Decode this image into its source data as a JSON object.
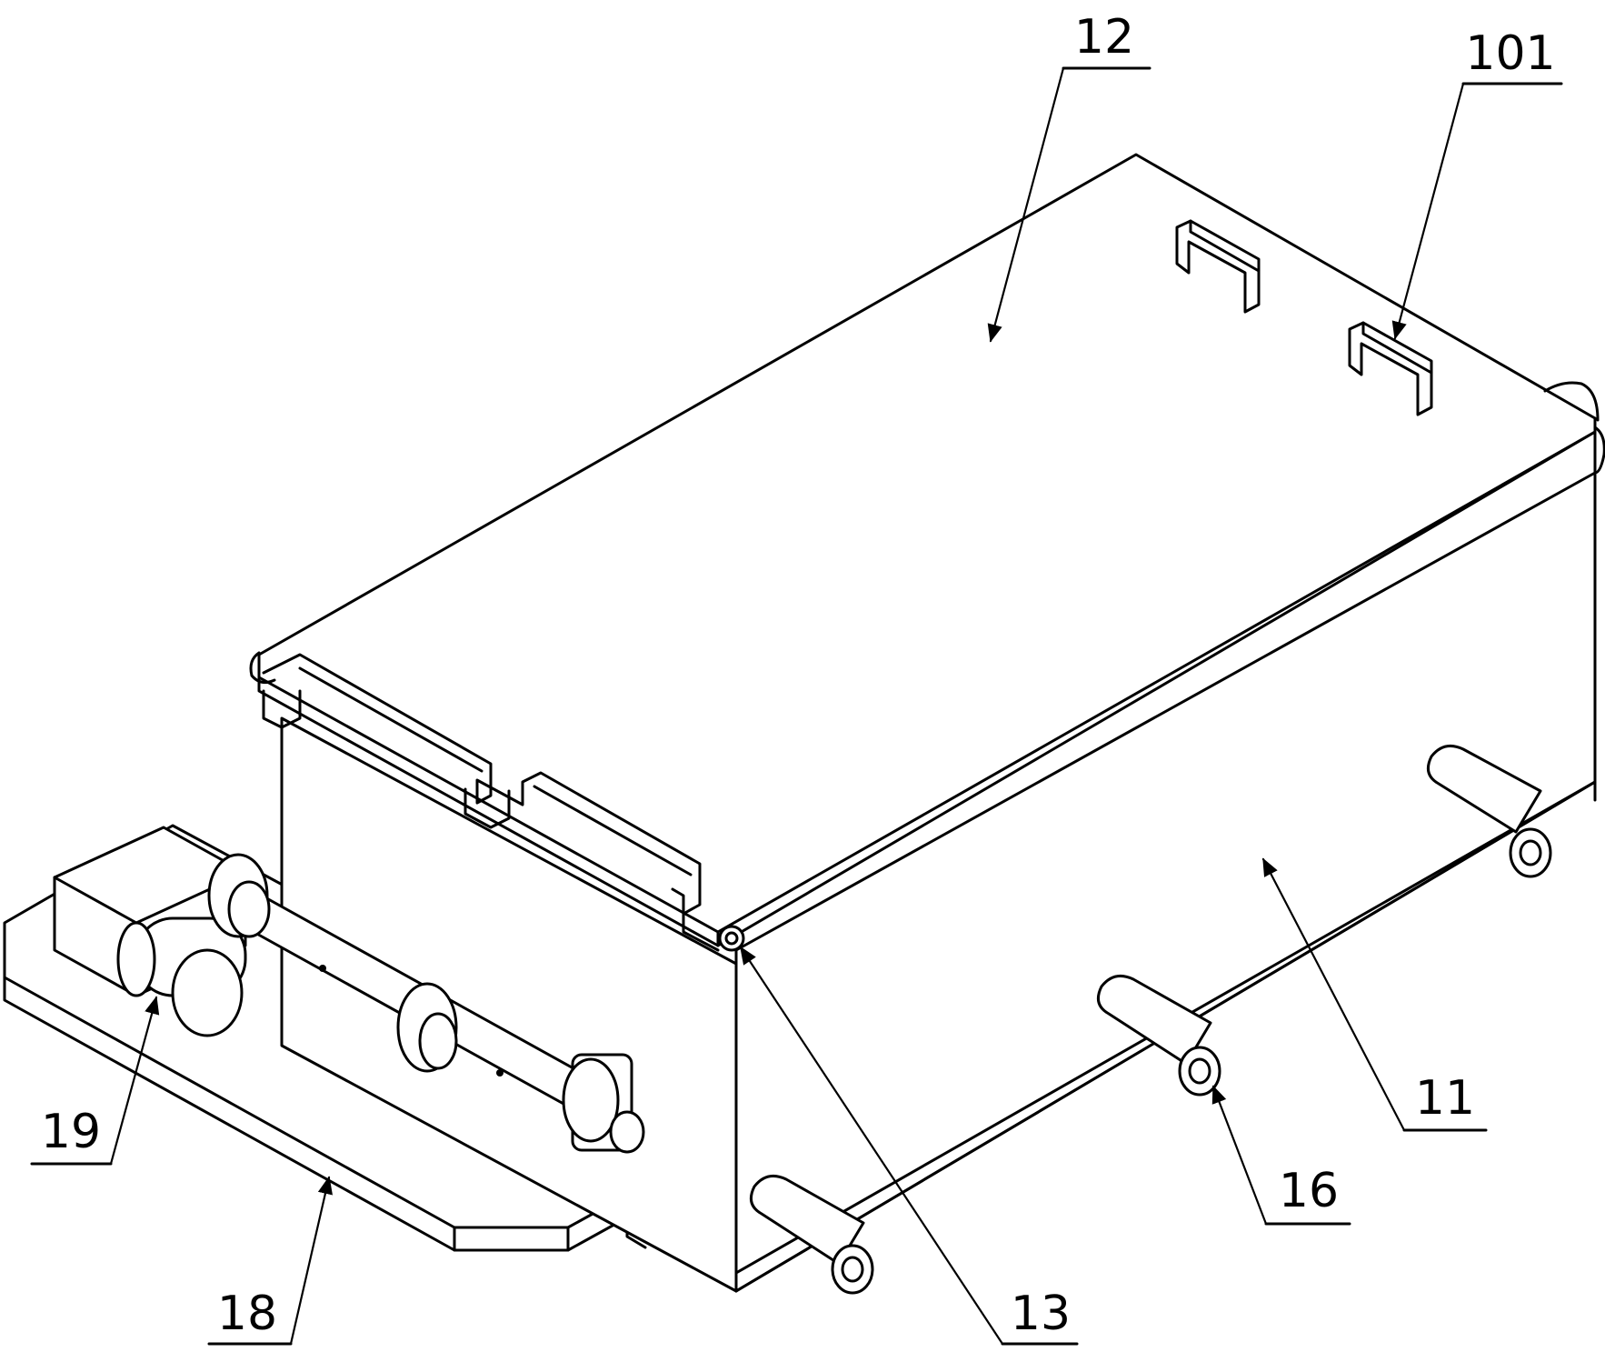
{
  "labels": {
    "l12": "12",
    "l101": "101",
    "l11": "11",
    "l16": "16",
    "l13": "13",
    "l18": "18",
    "l19": "19"
  },
  "colors": {
    "line": "#000000",
    "background": "#ffffff"
  }
}
